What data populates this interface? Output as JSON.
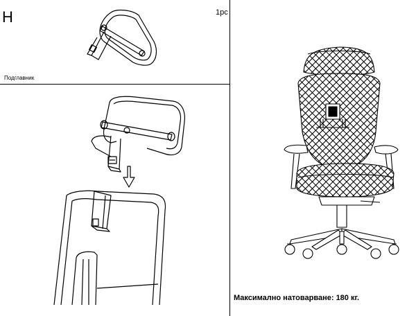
{
  "part_panel": {
    "letter": "H",
    "quantity": "1pc",
    "name": "Подглавник"
  },
  "chair_panel": {
    "max_load": "Максимално натоварване: 180 кг."
  }
}
